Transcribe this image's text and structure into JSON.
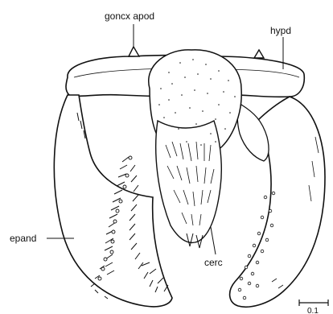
{
  "labels": {
    "goncx_apod": "goncx apod",
    "hypd": "hypd",
    "epand": "epand",
    "cerc": "cerc"
  },
  "scale_bar": {
    "value": "0.1"
  },
  "colors": {
    "line": "#111111",
    "background": "#ffffff"
  }
}
